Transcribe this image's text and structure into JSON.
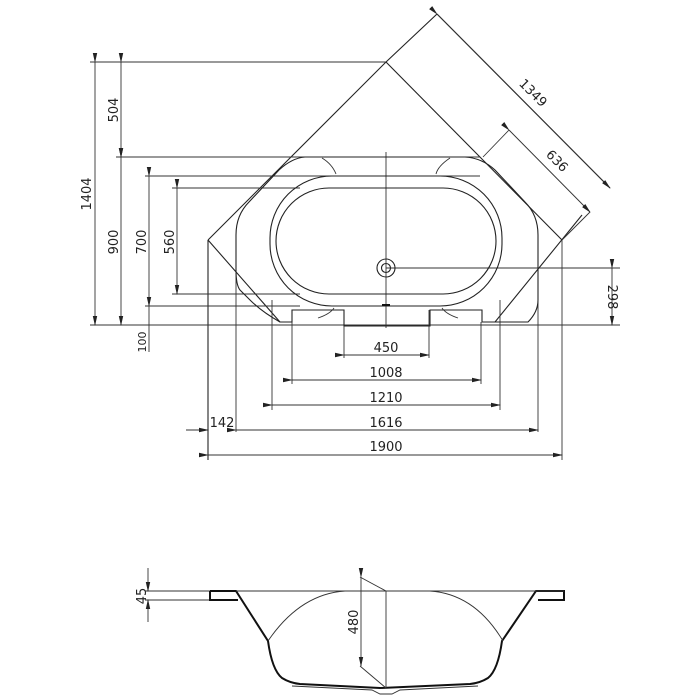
{
  "drawing": {
    "title": "Corner hexagonal bathtub technical drawing",
    "units": "mm",
    "line_color": "#222222",
    "background": "#ffffff"
  },
  "plan_view": {
    "vertical_dims": {
      "overall_depth": "1404",
      "corner_offset": "504",
      "front_depth": "900",
      "outer_inner_depth": "700",
      "inner_depth": "560",
      "front_lip": "100",
      "drain_offset": "298"
    },
    "horizontal_dims": {
      "front_step": "450",
      "inner_width": "1008",
      "basin_width": "1210",
      "side_offset": "142",
      "front_width": "1616",
      "overall_width": "1900"
    },
    "diagonal_dims": {
      "corner_side": "1349",
      "angled_edge": "636"
    }
  },
  "section_view": {
    "rim_thickness": "45",
    "depth": "480"
  }
}
